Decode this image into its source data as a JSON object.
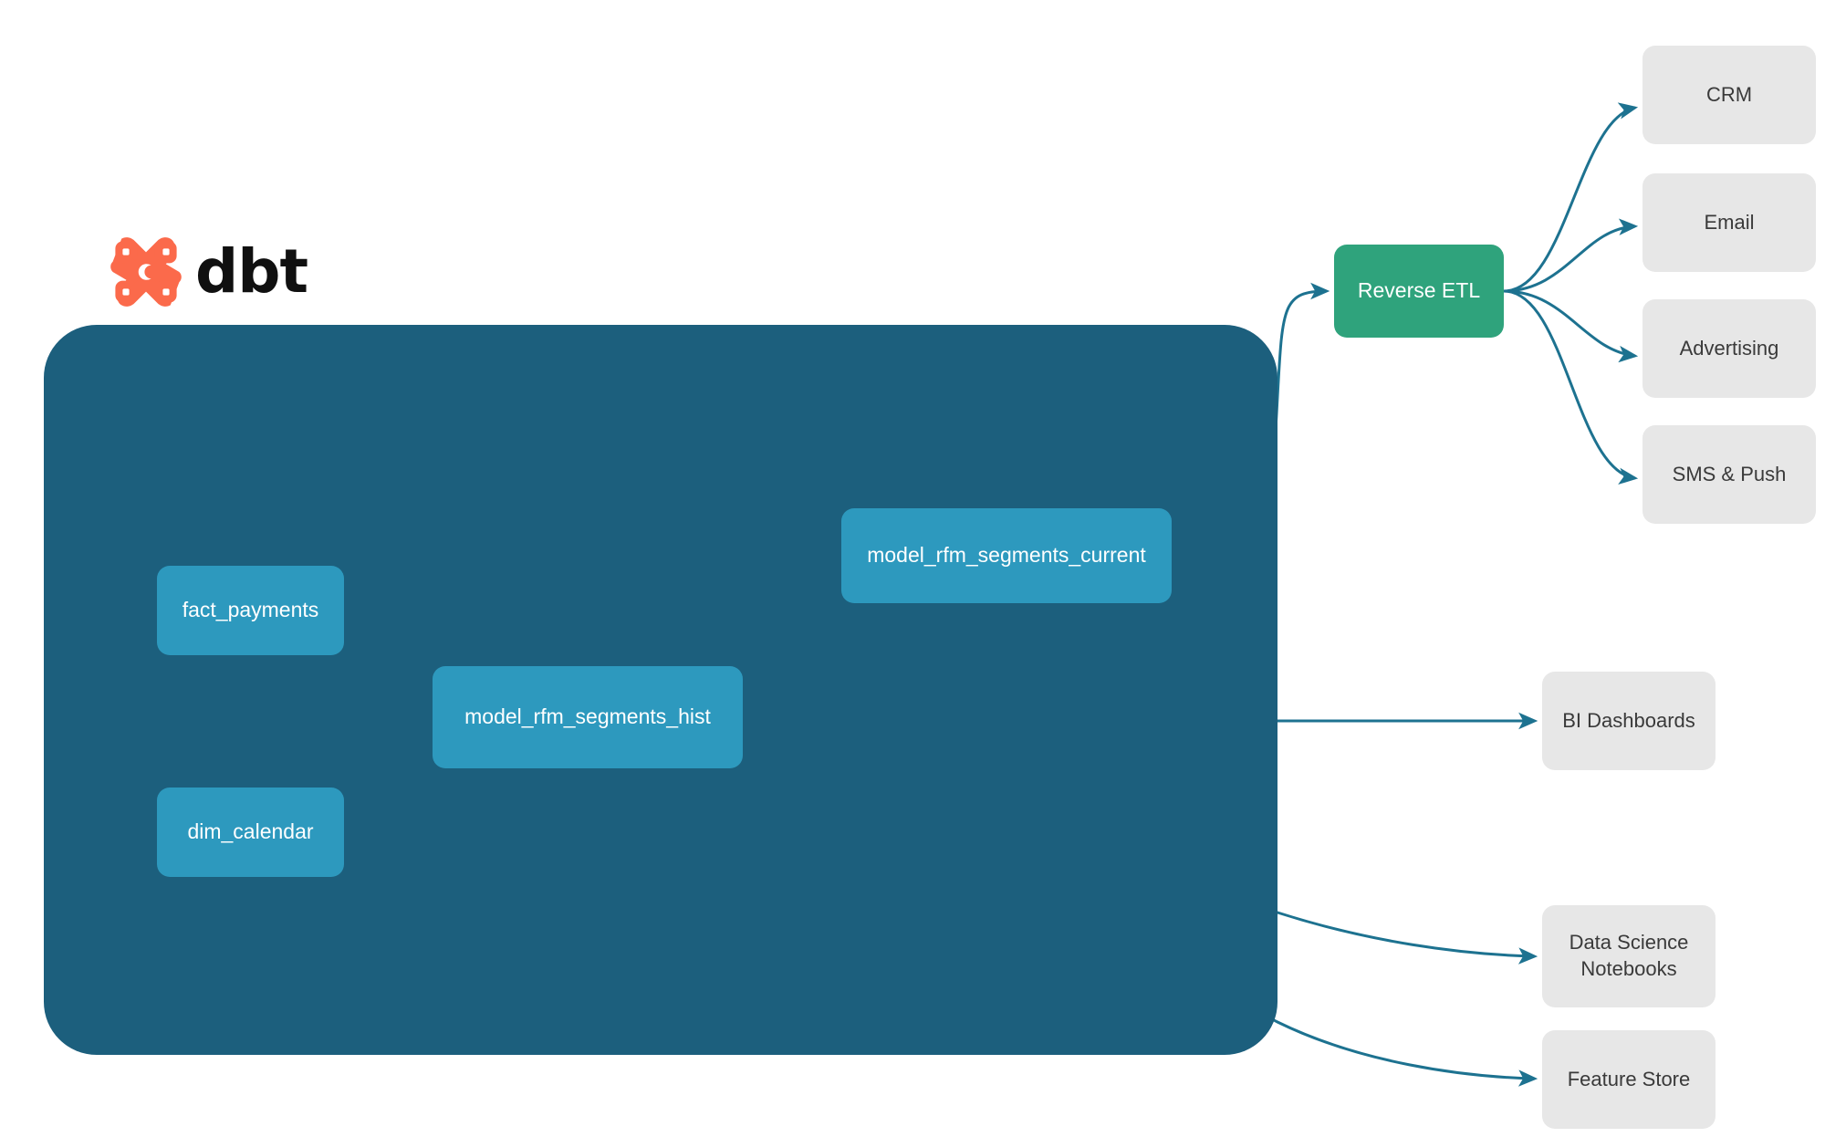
{
  "diagram": {
    "title": "dbt RFM segmentation lineage and activation",
    "colors": {
      "project_container": "#1C5F7D",
      "model_node": "#2D99BE",
      "reverse_etl_node": "#2FA37C",
      "destination_node": "#E7E7E7",
      "edge_outer": "#1D7290",
      "edge_inner": "#3AA0C2",
      "logo_orange": "#FB6A4B",
      "background": "#FFFFFF"
    }
  },
  "logo": {
    "name": "dbt-logo",
    "wordmark": "dbt",
    "mark_icon": "dbt-x-mark-icon"
  },
  "project": {
    "name": "dbt-project-container",
    "models": [
      {
        "id": "fact_payments",
        "label": "fact_payments"
      },
      {
        "id": "dim_calendar",
        "label": "dim_calendar"
      },
      {
        "id": "model_rfm_segments_hist",
        "label": "model_rfm_segments_hist"
      },
      {
        "id": "model_rfm_segments_current",
        "label": "model_rfm_segments_current"
      }
    ]
  },
  "reverse_etl": {
    "label": "Reverse ETL"
  },
  "activation_destinations": [
    {
      "id": "crm",
      "label": "CRM"
    },
    {
      "id": "email",
      "label": "Email"
    },
    {
      "id": "advertising",
      "label": "Advertising"
    },
    {
      "id": "sms_push",
      "label": "SMS & Push"
    }
  ],
  "analytics_destinations": [
    {
      "id": "bi_dashboards",
      "label": "BI Dashboards"
    },
    {
      "id": "data_science_notebooks",
      "label": "Data Science\nNotebooks",
      "line1": "Data Science",
      "line2": "Notebooks"
    },
    {
      "id": "feature_store",
      "label": "Feature Store"
    }
  ],
  "edges": [
    {
      "from": "fact_payments",
      "to": "model_rfm_segments_hist"
    },
    {
      "from": "dim_calendar",
      "to": "model_rfm_segments_hist"
    },
    {
      "from": "model_rfm_segments_hist",
      "to": "model_rfm_segments_current"
    },
    {
      "from": "model_rfm_segments_current",
      "to": "reverse_etl"
    },
    {
      "from": "reverse_etl",
      "to": "crm"
    },
    {
      "from": "reverse_etl",
      "to": "email"
    },
    {
      "from": "reverse_etl",
      "to": "advertising"
    },
    {
      "from": "reverse_etl",
      "to": "sms_push"
    },
    {
      "from": "model_rfm_segments_hist",
      "to": "bi_dashboards"
    },
    {
      "from": "model_rfm_segments_hist",
      "to": "data_science_notebooks"
    },
    {
      "from": "model_rfm_segments_hist",
      "to": "feature_store"
    }
  ]
}
